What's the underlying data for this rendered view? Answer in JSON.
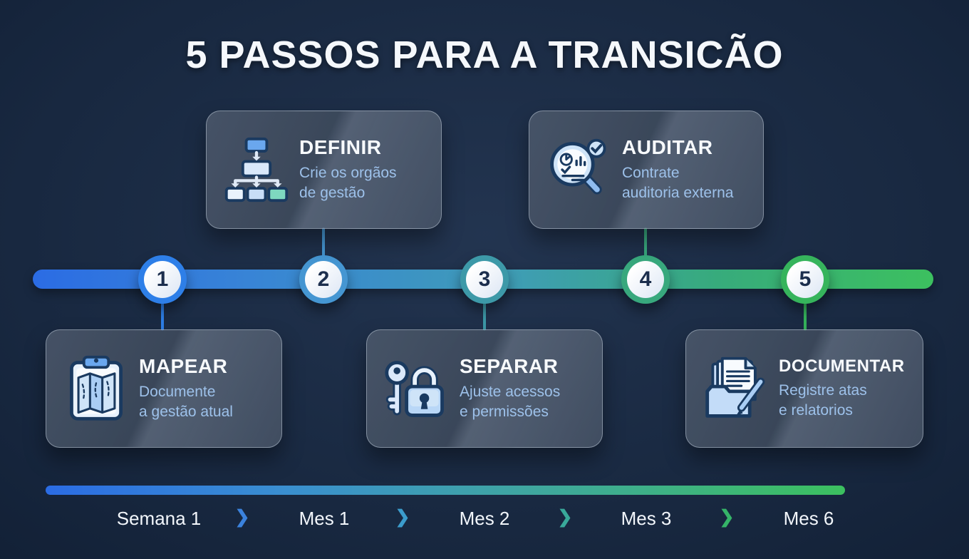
{
  "title": "5 PASSOS PARA A TRANSICÃO",
  "steps": [
    {
      "number": "1",
      "title": "MAPEAR",
      "description": "Documente\na gestão atual",
      "icon": "map-clipboard-icon",
      "position": "below",
      "accent": "#2e7fe8"
    },
    {
      "number": "2",
      "title": "DEFINIR",
      "description": "Crie os orgãos\nde gestão",
      "icon": "org-chart-icon",
      "position": "above",
      "accent": "#4596d2"
    },
    {
      "number": "3",
      "title": "SEPARAR",
      "description": "Ajuste acessos\ne permissões",
      "icon": "key-lock-icon",
      "position": "below",
      "accent": "#3d99a8"
    },
    {
      "number": "4",
      "title": "AUDITAR",
      "description": "Contrate\nauditoria externa",
      "icon": "audit-magnifier-icon",
      "position": "above",
      "accent": "#38a87d"
    },
    {
      "number": "5",
      "title": "DOCUMENTAR",
      "description": "Registre atas\ne relatorios",
      "icon": "folder-docs-pen-icon",
      "position": "below",
      "accent": "#36b45c"
    }
  ],
  "timeline": {
    "gradient_start": "#2b6ce4",
    "gradient_end": "#3cc05f"
  },
  "schedule": {
    "labels": [
      "Semana 1",
      "Mes 1",
      "Mes 2",
      "Mes 3",
      "Mes 6"
    ],
    "separator": "❯",
    "chevron_colors": [
      "#3b82dd",
      "#3b9ccc",
      "#39a99a",
      "#35b468"
    ]
  }
}
